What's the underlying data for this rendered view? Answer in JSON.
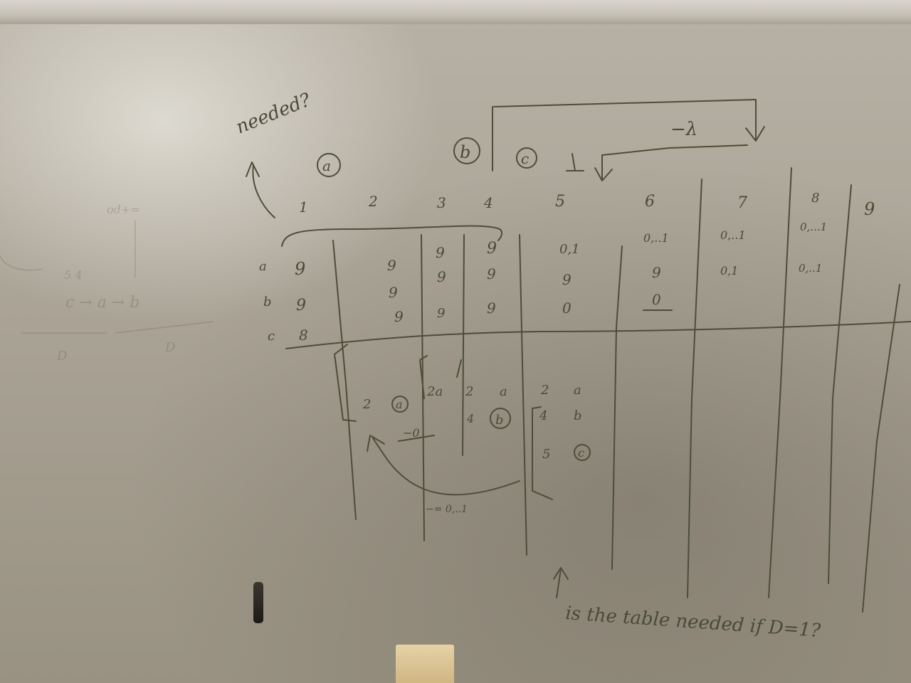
{
  "board": {
    "note_top": "needed?",
    "circled_labels": [
      "a",
      "b",
      "c"
    ],
    "arrow_label": "−λ",
    "column_numbers": [
      "1",
      "2",
      "3",
      "4",
      "5",
      "6",
      "7",
      "8",
      "9"
    ],
    "row_labels": [
      "a",
      "b",
      "c"
    ],
    "cells": {
      "c1": [
        "9",
        "9",
        "8"
      ],
      "c2": [
        "9",
        "9",
        "9"
      ],
      "c3": [
        "9",
        "9",
        "9"
      ],
      "c4": [
        "9",
        "9",
        "9"
      ],
      "c5": [
        "0,1",
        "9",
        "0"
      ],
      "c6": [
        "0,..1",
        "9",
        "0"
      ],
      "c7": [
        "0,..1",
        "0,1"
      ],
      "c8": [
        "0,...1",
        "0,..1"
      ]
    },
    "lower": {
      "entry1": "2",
      "entry1_circled": "a",
      "entry2": "2a",
      "entry3a": "2",
      "entry3b": "a",
      "entry4a": "4",
      "entry4b_circled": "b",
      "list_rows": [
        {
          "num": "2",
          "lbl": "a"
        },
        {
          "num": "4",
          "lbl": "b"
        },
        {
          "num": "5",
          "lbl": "c"
        }
      ],
      "minus_zero": "−0",
      "bottom_range": "−= 0,..1"
    },
    "question": "is the table needed if D=1?",
    "faint_left": {
      "top": "od+=",
      "chain": "c → a → b",
      "nums": "5  4",
      "d1": "D",
      "d2": "D"
    }
  }
}
